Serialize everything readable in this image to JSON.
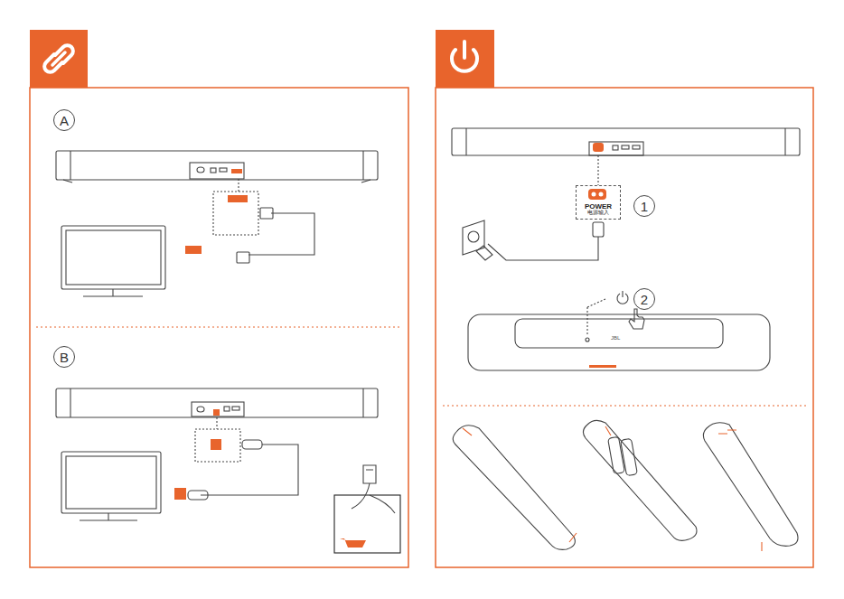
{
  "diagram": {
    "nodes": [
      {
        "text": [
          "A"
        ]
      },
      {
        "text": [
          "B"
        ]
      },
      {
        "text": [
          "POWER",
          "电源输入"
        ]
      },
      {
        "text": [
          "1"
        ]
      },
      {
        "text": [
          "2"
        ]
      }
    ],
    "labels": [
      "JBL"
    ]
  }
}
